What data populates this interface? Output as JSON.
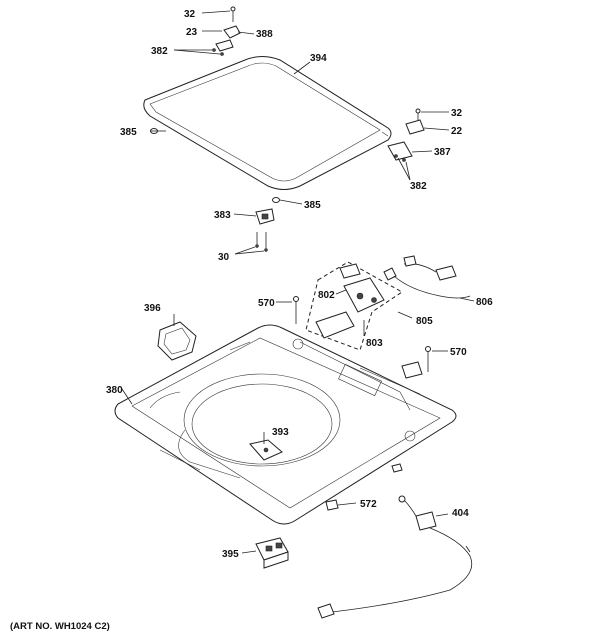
{
  "labels": {
    "l32a": "32",
    "l23": "23",
    "l388": "388",
    "l382a": "382",
    "l394": "394",
    "l32b": "32",
    "l22": "22",
    "l385a": "385",
    "l387": "387",
    "l382b": "382",
    "l385b": "385",
    "l383": "383",
    "l30": "30",
    "l802": "802",
    "l806": "806",
    "l570a": "570",
    "l396": "396",
    "l805": "805",
    "l803": "803",
    "l570b": "570",
    "l380": "380",
    "l393": "393",
    "l572": "572",
    "l404": "404",
    "l395": "395"
  },
  "footer": {
    "art_no": "(ART NO. WH1024 C2)"
  }
}
